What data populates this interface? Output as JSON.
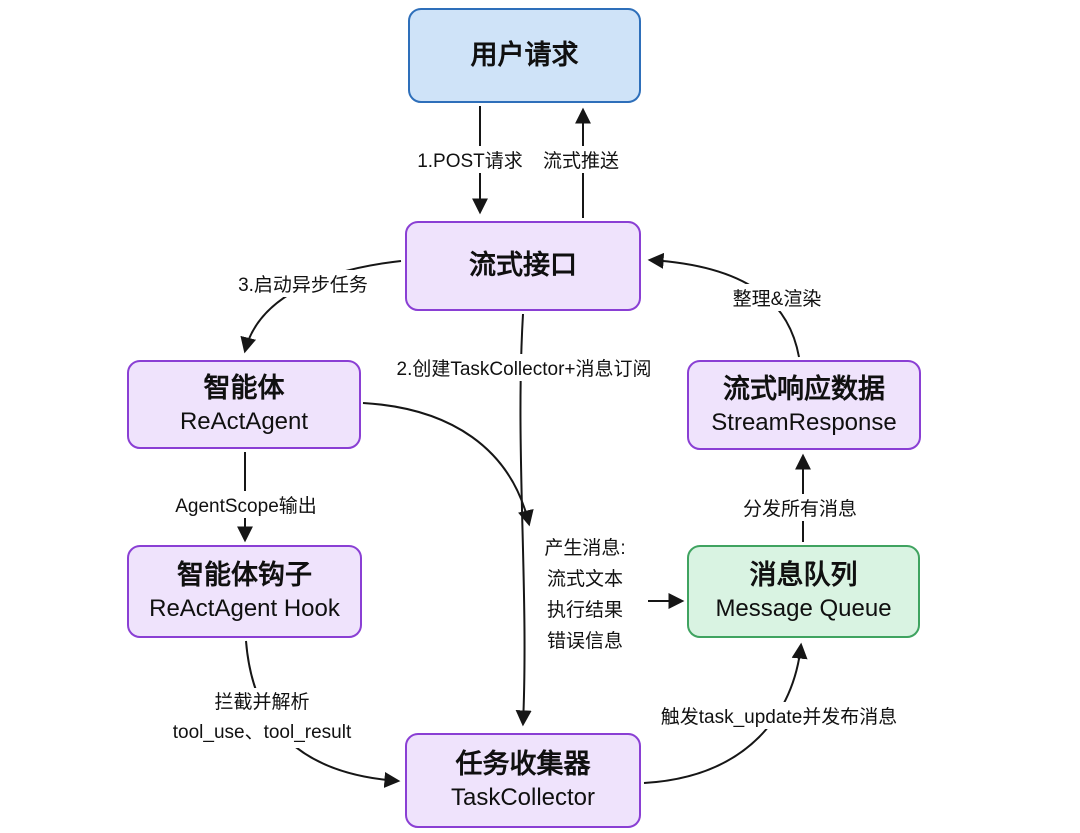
{
  "nodes": {
    "user_request": {
      "title": "用户请求"
    },
    "stream_api": {
      "title": "流式接口"
    },
    "react_agent": {
      "title": "智能体",
      "subtitle": "ReActAgent"
    },
    "stream_response": {
      "title": "流式响应数据",
      "subtitle": "StreamResponse"
    },
    "react_agent_hook": {
      "title": "智能体钩子",
      "subtitle": "ReActAgent Hook"
    },
    "message_queue": {
      "title": "消息队列",
      "subtitle": "Message Queue"
    },
    "task_collector": {
      "title": "任务收集器",
      "subtitle": "TaskCollector"
    }
  },
  "edge_labels": {
    "post_request": "1.POST请求",
    "stream_push": "流式推送",
    "start_async_task": "3.启动异步任务",
    "organize_render": "整理&渲染",
    "create_collector_subscribe": "2.创建TaskCollector+消息订阅",
    "agentscope_output": "AgentScope输出",
    "produce_messages": {
      "title": "产生消息:",
      "items": [
        "流式文本",
        "执行结果",
        "错误信息"
      ]
    },
    "distribute_all": "分发所有消息",
    "intercept_parse_line1": "拦截并解析",
    "intercept_parse_line2": "tool_use、tool_result",
    "trigger_task_update": "触发task_update并发布消息"
  },
  "colors": {
    "blue_fill": "#cfe3f8",
    "blue_border": "#2e6fba",
    "purple_fill": "#efe3fc",
    "purple_border": "#8a3fd4",
    "green_fill": "#d9f3e2",
    "green_border": "#3fa360",
    "arrow": "#161616"
  }
}
